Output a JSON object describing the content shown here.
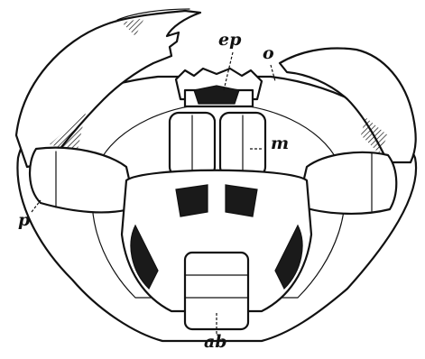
{
  "labels": {
    "ep": "ep",
    "o": "o",
    "m": "m",
    "p": "p",
    "ab": "ab"
  }
}
